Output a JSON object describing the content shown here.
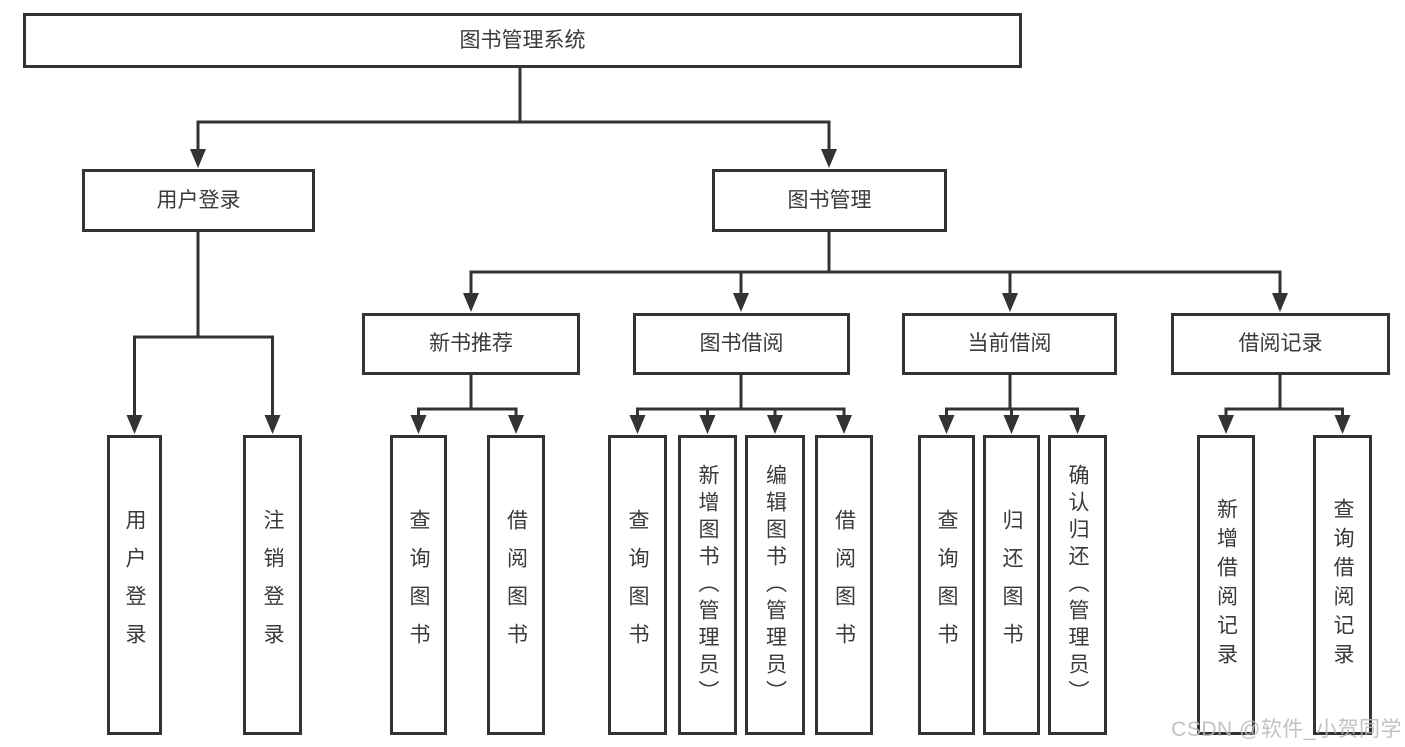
{
  "diagram": {
    "root": {
      "label": "图书管理系统"
    },
    "level2": [
      {
        "id": "user-login",
        "label": "用户登录"
      },
      {
        "id": "book-management",
        "label": "图书管理"
      }
    ],
    "level3": [
      {
        "id": "new-book-recommendation",
        "label": "新书推荐"
      },
      {
        "id": "book-borrowing",
        "label": "图书借阅"
      },
      {
        "id": "current-borrowing",
        "label": "当前借阅"
      },
      {
        "id": "borrowing-records",
        "label": "借阅记录"
      }
    ],
    "leaves": {
      "user_login": [
        {
          "label": "用户登录"
        },
        {
          "label": "注销登录"
        }
      ],
      "new_book_recommendation": [
        {
          "label": "查询图书"
        },
        {
          "label": "借阅图书"
        }
      ],
      "book_borrowing": [
        {
          "label": "查询图书"
        },
        {
          "label": "新增图书（管理员）"
        },
        {
          "label": "编辑图书（管理员）"
        },
        {
          "label": "借阅图书"
        }
      ],
      "current_borrowing": [
        {
          "label": "查询图书"
        },
        {
          "label": "归还图书"
        },
        {
          "label": "确认归还（管理员）"
        }
      ],
      "borrowing_records": [
        {
          "label": "新增借阅记录"
        },
        {
          "label": "查询借阅记录"
        }
      ]
    }
  },
  "watermark": {
    "text": "CSDN @软件_小贺同学"
  },
  "colors": {
    "line": "#333333",
    "text": "#3a3a3a",
    "background": "#ffffff",
    "watermark": "#b9b9b9"
  }
}
